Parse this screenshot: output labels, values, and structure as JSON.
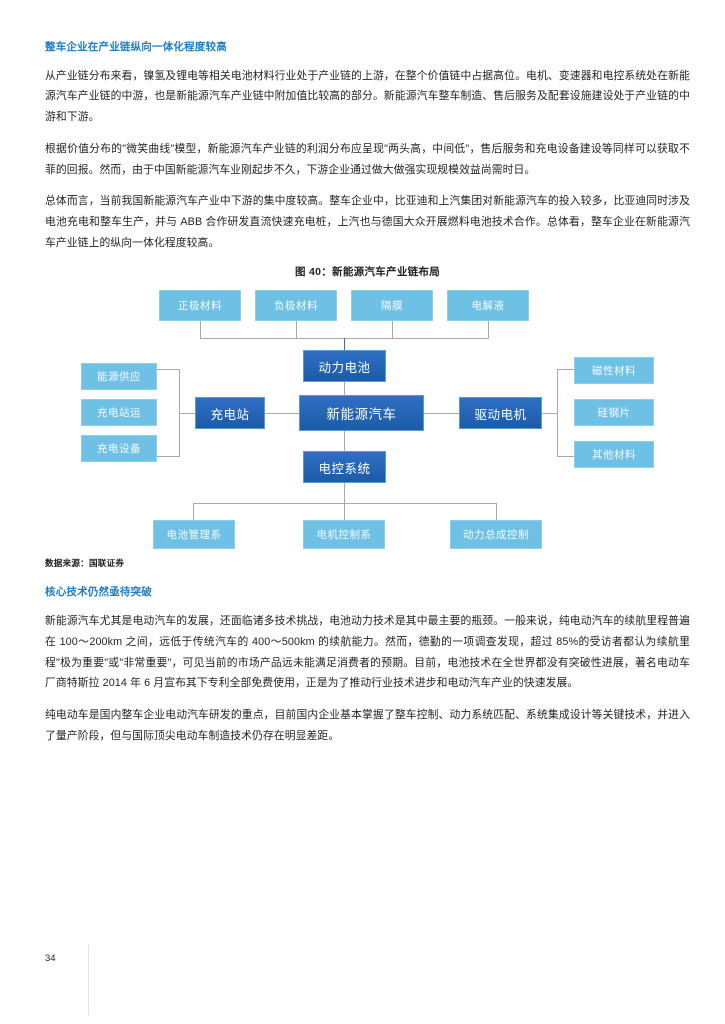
{
  "page": {
    "number": "34"
  },
  "sections": [
    {
      "heading": "整车企业在产业链纵向一体化程度较高",
      "paragraphs": [
        "从产业链分布来看，镍氢及锂电等相关电池材料行业处于产业链的上游，在整个价值链中占据高位。电机、变速器和电控系统处在新能源汽车产业链的中游，也是新能源汽车产业链中附加值比较高的部分。新能源汽车整车制造、售后服务及配套设施建设处于产业链的中游和下游。",
        "根据价值分布的\"微笑曲线\"模型，新能源汽车产业链的利润分布应呈现\"两头高，中间低\"，售后服务和充电设备建设等同样可以获取不菲的回报。然而，由于中国新能源汽车业刚起步不久，下游企业通过做大做强实现规模效益尚需时日。",
        "总体而言，当前我国新能源汽车产业中下游的集中度较高。整车企业中，比亚迪和上汽集团对新能源汽车的投入较多，比亚迪同时涉及电池充电和整车生产，并与 ABB 合作研发直流快速充电桩，上汽也与德国大众开展燃料电池技术合作。总体看，整车企业在新能源汽车产业链上的纵向一体化程度较高。"
      ]
    },
    {
      "heading": "核心技术仍然亟待突破",
      "paragraphs": [
        "新能源汽车尤其是电动汽车的发展，还面临诸多技术挑战，电池动力技术是其中最主要的瓶颈。一般来说，纯电动汽车的续航里程普遍在 100～200km 之间，远低于传统汽车的 400～500km 的续航能力。然而，德勤的一项调查发现，超过 85%的受访者都认为续航里程\"极为重要\"或\"非常重要\"，可见当前的市场产品远未能满足消费者的预期。目前，电池技术在全世界都没有突破性进展，著名电动车厂商特斯拉 2014 年 6 月宣布其下专利全部免费使用，正是为了推动行业技术进步和电动汽车产业的快速发展。",
        "纯电动车是国内整车企业电动汽车研发的重点，目前国内企业基本掌握了整车控制、动力系统匹配、系统集成设计等关键技术，并进入了量产阶段，但与国际顶尖电动车制造技术仍存在明显差距。"
      ]
    }
  ],
  "figure": {
    "title": "图 40：新能源汽车产业链布局",
    "source": "数据来源：国联证券",
    "colors": {
      "light_node": "#6fc0e5",
      "dark_node": "#2f6fc4",
      "connector": "#a9a9a9",
      "heading_blue": "#1f7ec4"
    },
    "nodes": {
      "battery_materials": [
        "正极材料",
        "负极材料",
        "隔膜",
        "电解液"
      ],
      "power_battery": "动力电池",
      "charging_inputs": [
        "能源供应",
        "充电站运",
        "充电设备"
      ],
      "charging_station": "充电站",
      "center": "新能源汽车",
      "drive_motor": "驱动电机",
      "motor_materials": [
        "磁性材料",
        "硅钢片",
        "其他材料"
      ],
      "control_system": "电控系统",
      "control_children": [
        "电池管理系",
        "电机控制系",
        "动力总成控制"
      ]
    }
  }
}
